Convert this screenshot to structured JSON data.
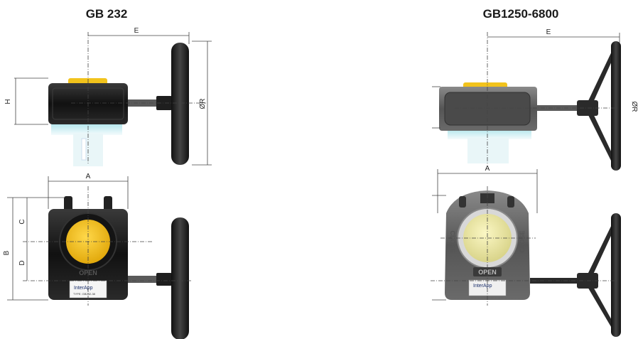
{
  "left": {
    "title": "GB 232",
    "labels": {
      "e": "E",
      "h": "H",
      "r": "ØR",
      "a": "A",
      "b": "B",
      "c": "C",
      "d": "D"
    },
    "plate": {
      "brand": "InterApp",
      "type": "TYPE:  GB232-38"
    },
    "cast_text": "OPEN"
  },
  "right": {
    "title": "GB1250-6800",
    "labels": {
      "e": "E",
      "r": "ØR",
      "a": "A"
    },
    "plate": {
      "brand": "InterApp"
    },
    "cast_text": "OPEN",
    "cast_left": "CLOSE",
    "cast_right": "CLOSE"
  },
  "colors": {
    "body_dark": "#1c1c1c",
    "indicator_yellow": "#f2c31c",
    "body_grey": "#6e6e6e",
    "shaft": "#555555",
    "valve_cyan": "#bfe8ee"
  }
}
